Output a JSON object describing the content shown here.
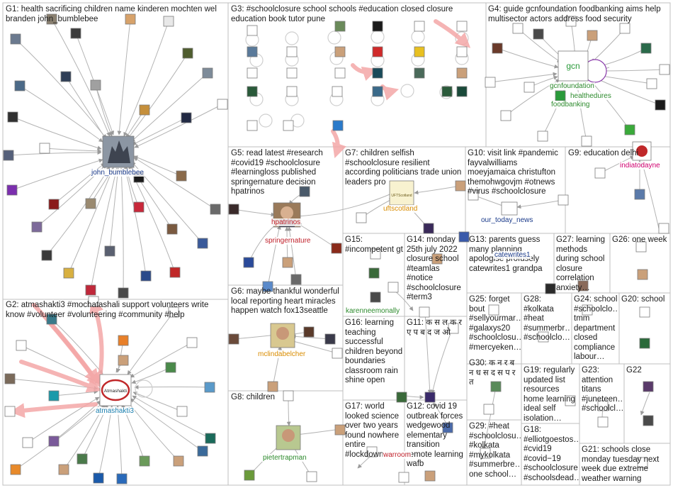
{
  "colors": {
    "group_border": "#bfbfbf",
    "edge": "#b3b3b3",
    "edge_strong": "#f4a7a7",
    "label_blue": "#1f4fa8",
    "label_red": "#c0202a",
    "label_green": "#2e8b2e",
    "label_orange": "#d98c00",
    "label_darkblue": "#1a3a8a",
    "label_pink": "#d0006f",
    "label_teal": "#1a7f8f"
  },
  "groups": {
    "g1": "G1: health sacrificing children name kinderen mochten wel branden john_bumblebee",
    "g2": "G2: atmashakti3 #mochatashali support volunteers write know #volunteer #volunteering #community #help",
    "g3": "G3: #schoolclosure school schools #education closed closure education book tutor pune",
    "g4": "G4: guide gcnfoundation foodbanking aims help multisector actors address food security",
    "g5": "G5: read latest #research #covid19 #schoolclosure #learningloss published springernature decision hpatrinos",
    "g6": "G6: maybe thankful wonderful local reporting heart miracles happen watch fox13seattle",
    "g7": "G7: children selfish #schoolclosure resilient according politicians trade union leaders pro",
    "g8": "G8: children",
    "g9": "G9: education delhi",
    "g10": "G10: visit link #pandemic fayvalwilliams moeyjamaica christufton themohwgovjm #otnews #virus #schoolclosure",
    "g11": "G11: क स ल क र ए प ब द ज ओ",
    "g12": "G12: covid 19 outbreak forces wedgewood elementary transition remote learning wafb",
    "g13": "G13: parents guess many planning apologise profusely catewrites1 grandpa",
    "g14": "G14: monday 25th july 2022 closure school #teamlas #notice #schoolclosure #term3",
    "g15": "G15: #incompetent gt",
    "g16": "G16: learning teaching successful children beyond boundaries classroom rain shine open",
    "g17": "G17: world looked science over two years found nowhere entire #lockdown",
    "g18": "G18: #elliotgoestos… #cvid19 #covid−19 #schoolclosure #schoolsdead…",
    "g19": "G19: regularly updated list resources home learning ideal self isolation…",
    "g20": "G20: school",
    "g21": "G21: schools close monday tuesday next week due extreme weather warning",
    "g22": "G22",
    "g23": "G23: attention titans #juneteen… #schoolcl…",
    "g24": "G24: school #schoolclo… tmm department closed compliance labour…",
    "g25": "G25: forget bout #sellyourmar… #galaxys20 #schoolclosu… #mercyeken…",
    "g26": "G26: one week",
    "g27": "G27: learning methods during school closure correlation anxiety…",
    "g28": "G28: #kolkata #heat #summerbr… #schoolclo…",
    "g29": "G29: #heat #schoolclosu… #kolkata #mykolkata #summerbre… one school…",
    "g30": "G30: क न र ब न ध स द स प र त"
  },
  "vertex_labels": {
    "john_bumblebee": "john_bumblebee",
    "atmashakti3": "atmashakti3",
    "gcnfoundation": "gcnfoundation",
    "healthedures": "healthedures",
    "foodbanking": "foodbanking",
    "hpatrinos": "hpatrinos",
    "springernature": "springernature",
    "uftscotland": "uftscotland",
    "our_today_news": "our_today_news",
    "indiatodayne": "indiatodayne",
    "mclindabelcher": "mclindabelcher",
    "pietertrapman": "pietertrapman",
    "karenneemonally": "karenneemonally",
    "catewrites1": "catewrites1",
    "warroom": "warroom"
  },
  "avatar_texts": {
    "gcn_logo": "gcn",
    "atmashakti_logo": "Atmashakti",
    "uft_logo": "UFTScotland"
  }
}
